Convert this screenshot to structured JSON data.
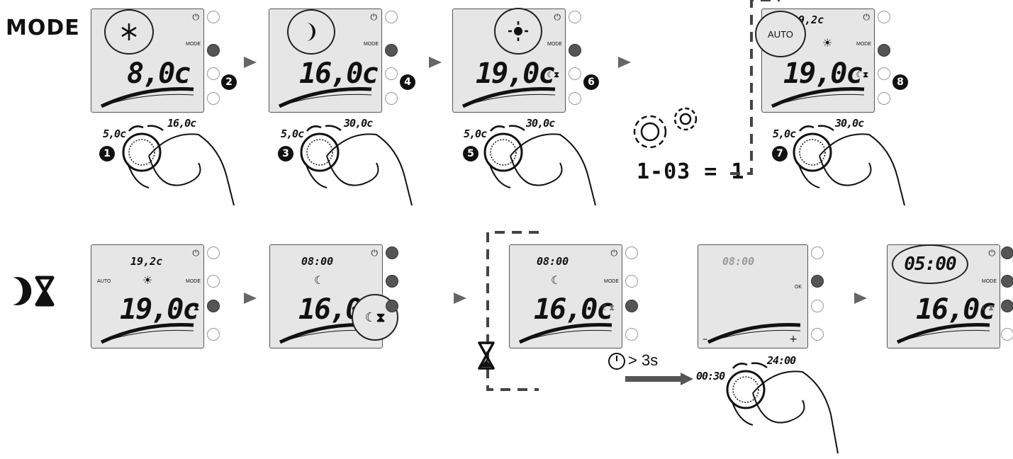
{
  "rows": {
    "mode_label": "MODE",
    "timer_label": "moon-hourglass-icon"
  },
  "labels": {
    "mode": "MODE",
    "auto": "AUTO",
    "ok": "OK",
    "minus": "–",
    "plus": "+"
  },
  "row1": [
    {
      "step_knob": "1",
      "step_button": "2",
      "main": "8,0c",
      "min": "5,0c",
      "max": "16,0c",
      "icon": "snowflake-icon"
    },
    {
      "step_knob": "3",
      "step_button": "4",
      "main": "16,0c",
      "min": "5,0c",
      "max": "30,0c",
      "icon": "moon-icon"
    },
    {
      "step_knob": "5",
      "step_button": "6",
      "main": "19,0c",
      "min": "5,0c",
      "max": "30,0c",
      "icon": "sun-icon"
    },
    {
      "step_knob": "7",
      "step_button": "8",
      "main": "19,0c",
      "min": "5,0c",
      "max": "30,0c",
      "icon": "auto-badge",
      "small": "19,2c"
    }
  ],
  "parameter": "1-03 = 1",
  "row2": {
    "p1": {
      "small": "19,2c",
      "main": "19,0c"
    },
    "p2": {
      "small": "08:00",
      "main": "16,0c"
    },
    "p3": {
      "small": "08:00",
      "main": "16,0c"
    },
    "p4": {
      "small": "08:00"
    },
    "p5": {
      "small": "05:00",
      "main": "16,0c"
    }
  },
  "hold": "> 3s",
  "knob2": {
    "min": "00:30",
    "max": "24:00"
  }
}
